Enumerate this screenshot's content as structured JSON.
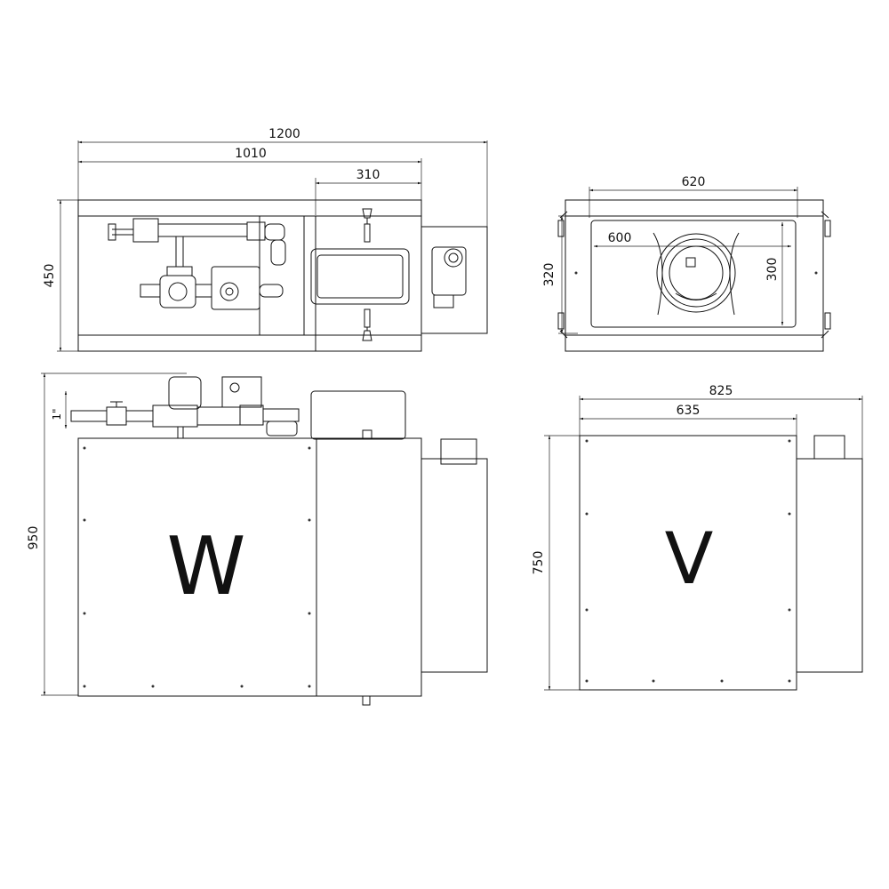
{
  "dimensions": {
    "top_overall_width": "1200",
    "top_inner_width": "1010",
    "top_right_section": "310",
    "top_height": "450",
    "right_top_width": "620",
    "right_top_inner": "600",
    "right_top_height_outer": "320",
    "right_top_height_inner": "300",
    "front_height": "950",
    "front_pipe": "1\"",
    "side_overall_width": "825",
    "side_width": "635",
    "side_height": "750"
  },
  "labels": {
    "front_letter": "W",
    "side_letter": "V"
  },
  "colors": {
    "line": "#111111",
    "background": "#ffffff"
  }
}
